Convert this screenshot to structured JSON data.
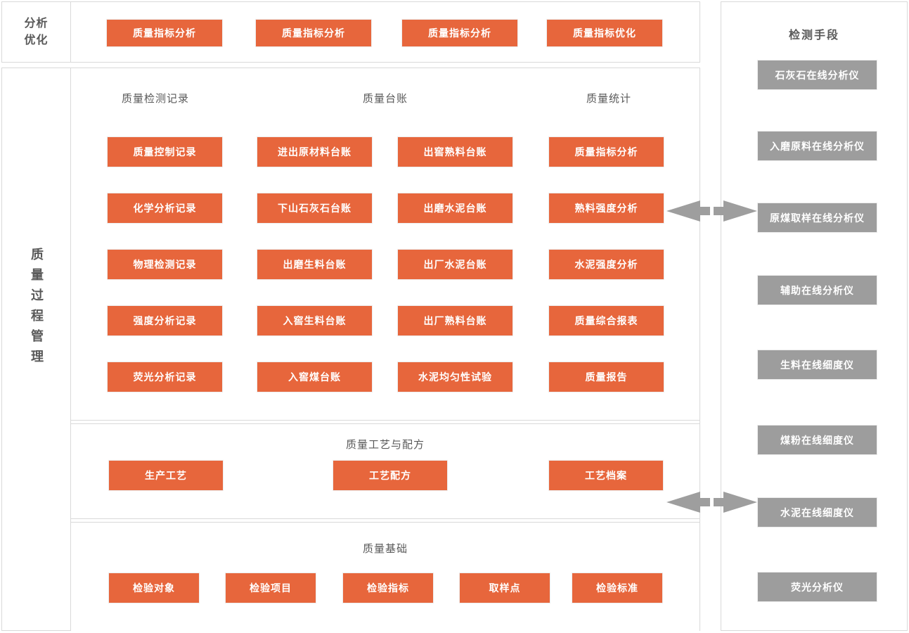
{
  "colors": {
    "accent": "#e7663c",
    "gray_button": "#9d9d9d",
    "border": "#d9d9d9",
    "arrow": "#9e9e9e",
    "heading": "#595959"
  },
  "analysis": {
    "label": "分析\n优化",
    "buttons": [
      "质量指标分析",
      "质量指标分析",
      "质量指标分析",
      "质量指标优化"
    ]
  },
  "process": {
    "label": "质量过程管理",
    "records": {
      "headers": [
        "质量检测记录",
        "质量台账",
        "质量统计"
      ],
      "col1": [
        "质量控制记录",
        "化学分析记录",
        "物理检测记录",
        "强度分析记录",
        "荧光分析记录"
      ],
      "col2": [
        "进出原材料台账",
        "下山石灰石台账",
        "出磨生料台账",
        "入窖生料台账",
        "入窖煤台账"
      ],
      "col3": [
        "出窖熟料台账",
        "出磨水泥台账",
        "出厂水泥台账",
        "出厂熟料台账",
        "水泥均匀性试验"
      ],
      "col4": [
        "质量指标分析",
        "熟料强度分析",
        "水泥强度分析",
        "质量综合报表",
        "质量报告"
      ]
    },
    "craft": {
      "title": "质量工艺与配方",
      "buttons": [
        "生产工艺",
        "工艺配方",
        "工艺档案"
      ]
    },
    "basics": {
      "title": "质量基础",
      "buttons": [
        "检验对象",
        "检验项目",
        "检验指标",
        "取样点",
        "检验标准"
      ]
    }
  },
  "panel": {
    "title": "检测手段",
    "buttons": [
      "石灰石在线分析仪",
      "入磨原料在线分析仪",
      "原煤取样在线分析仪",
      "辅助在线分析仪",
      "生料在线细度仪",
      "煤粉在线细度仪",
      "水泥在线细度仪",
      "荧光分析仪"
    ]
  }
}
